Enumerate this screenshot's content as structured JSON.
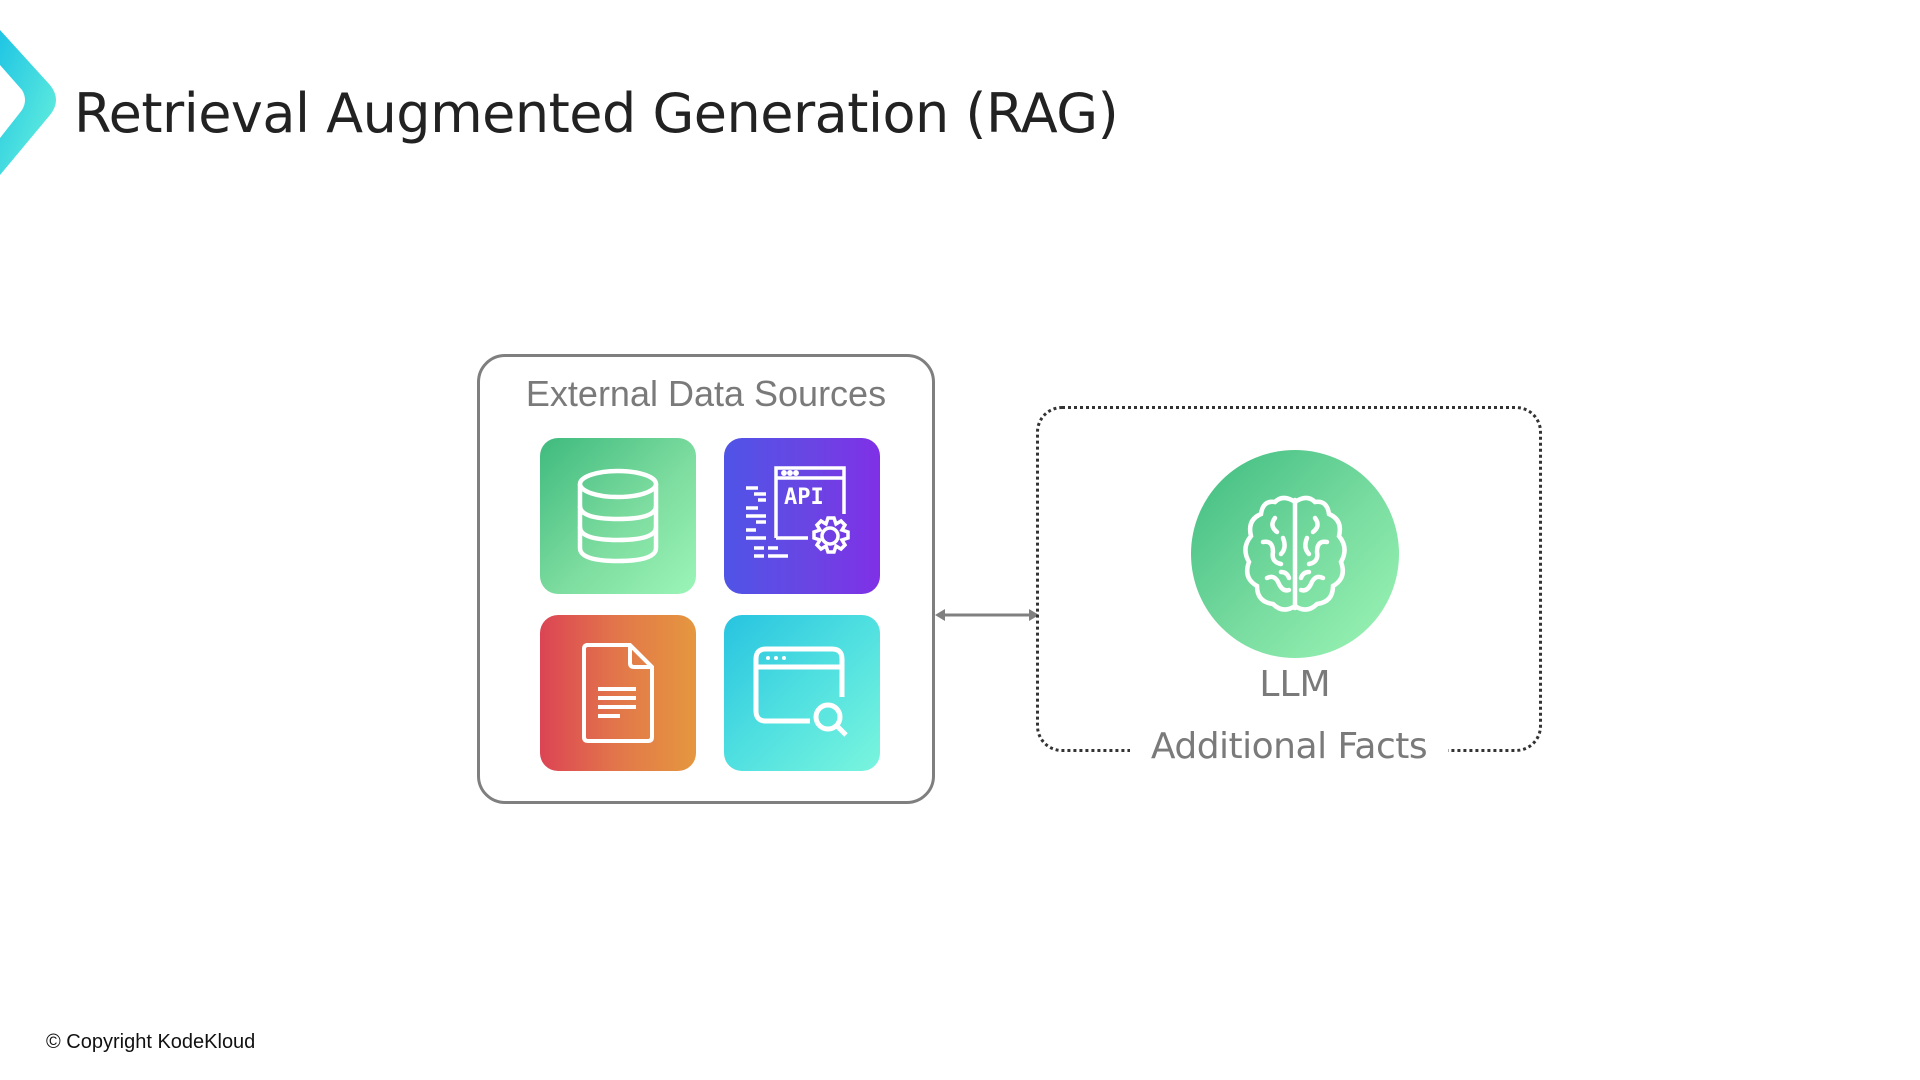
{
  "slide": {
    "title": "Retrieval Augmented Generation (RAG)",
    "copyright": "© Copyright KodeKloud",
    "brand_color": "#3ad7e0"
  },
  "external_sources": {
    "label": "External Data Sources",
    "items": [
      {
        "name": "database",
        "icon": "database-icon",
        "color": "#6fd99a"
      },
      {
        "name": "api",
        "icon": "api-icon",
        "color": "#6245e4",
        "text": "API"
      },
      {
        "name": "document",
        "icon": "document-icon",
        "color": "#e2774a"
      },
      {
        "name": "web-search",
        "icon": "browser-search-icon",
        "color": "#50e0e0"
      }
    ]
  },
  "connector": {
    "type": "bidirectional-arrow"
  },
  "llm_group": {
    "model_label": "LLM",
    "icon": "brain-icon",
    "caption": "Additional Facts"
  }
}
